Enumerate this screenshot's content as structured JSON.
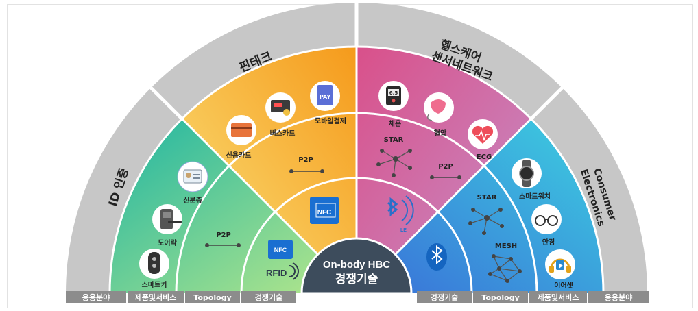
{
  "center": {
    "line1": "On-body HBC",
    "line2": "경쟁기술"
  },
  "sectors": {
    "id_auth": "ID 인증",
    "fintech": "핀테크",
    "healthcare_line1": "헬스케어",
    "healthcare_line2": "센서네트워크",
    "consumer_line1": "Consumer",
    "consumer_line2": "Electronics"
  },
  "left_items": {
    "id_card": "신분증",
    "door_lock": "도어락",
    "smart_key": "스마트키",
    "credit_card": "신용카드",
    "bus_card": "버스카드",
    "mobile_pay": "모바일결제",
    "pay_text": "PAY"
  },
  "right_items": {
    "body_temp": "체온",
    "temp_value": "6.5",
    "blood_pressure": "혈압",
    "ecg": "ECG",
    "smartwatch": "스마트워치",
    "glasses": "안경",
    "earphones": "이어셋"
  },
  "topologies": {
    "left_p2p": "P2P",
    "fintech_p2p": "P2P",
    "health_star": "STAR",
    "health_p2p": "P2P",
    "consumer_star": "STAR",
    "consumer_mesh": "MESH"
  },
  "technologies": {
    "nfc_left": "NFC",
    "nfc_small": "NFC",
    "rfid": "RFID",
    "ble_le": "LE"
  },
  "base_labels": {
    "left": [
      "응용분야",
      "제품및서비스",
      "Topology",
      "경쟁기술"
    ],
    "right": [
      "경쟁기술",
      "Topology",
      "제품및서비스",
      "응용분야"
    ]
  },
  "colors": {
    "outer_ring": "#c8c8c8",
    "center_dark": "#3d4c5c",
    "base_bar": "#8c8c8c",
    "green": "#2cc0a0",
    "yellow": "#f5c93a",
    "orange": "#f5a623",
    "pink": "#d9609a",
    "blue": "#2aa8e0",
    "nfc_blue": "#1a6fd1"
  }
}
